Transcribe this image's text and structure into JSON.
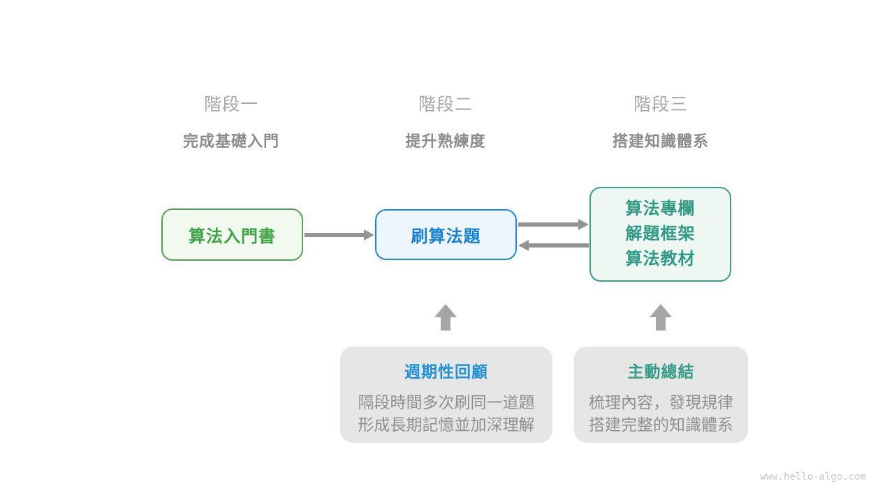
{
  "page": {
    "background": "#ffffff",
    "watermark": "www.hello-algo.com"
  },
  "stages": [
    {
      "title": "階段一",
      "subtitle": "完成基礎入門"
    },
    {
      "title": "階段二",
      "subtitle": "提升熟練度"
    },
    {
      "title": "階段三",
      "subtitle": "搭建知識體系"
    }
  ],
  "nodes": {
    "intro_book": {
      "label": "算法入門書",
      "text_color": "#3da343",
      "border_color": "#57a257",
      "fill_color": "#f2f9ef"
    },
    "practice": {
      "label": "刷算法題",
      "text_color": "#1680da",
      "border_color": "#1e88d5",
      "fill_color": "#eef6fd"
    },
    "resources": {
      "lines": [
        "算法專欄",
        "解題框架",
        "算法教材"
      ],
      "text_color": "#2f9b85",
      "border_color": "#3d9e8e",
      "fill_color": "#eff7f3"
    }
  },
  "callouts": [
    {
      "title": "週期性回顧",
      "title_color": "#2191da",
      "lines": [
        "隔段時間多次刷同一道題",
        "形成長期記憶並加深理解"
      ]
    },
    {
      "title": "主動總結",
      "title_color": "#359c86",
      "lines": [
        "梳理內容，發現規律",
        "搭建完整的知識體系"
      ]
    }
  ],
  "arrows": {
    "line_color": "#949494",
    "block_color": "#a5a5a5"
  },
  "text_colors": {
    "stage_title": "#a6a6a6",
    "stage_subtitle": "#8c8c8c",
    "callout_body": "#909090",
    "watermark": "#c9c9c9"
  },
  "callout_fill": "#e6e6e6"
}
